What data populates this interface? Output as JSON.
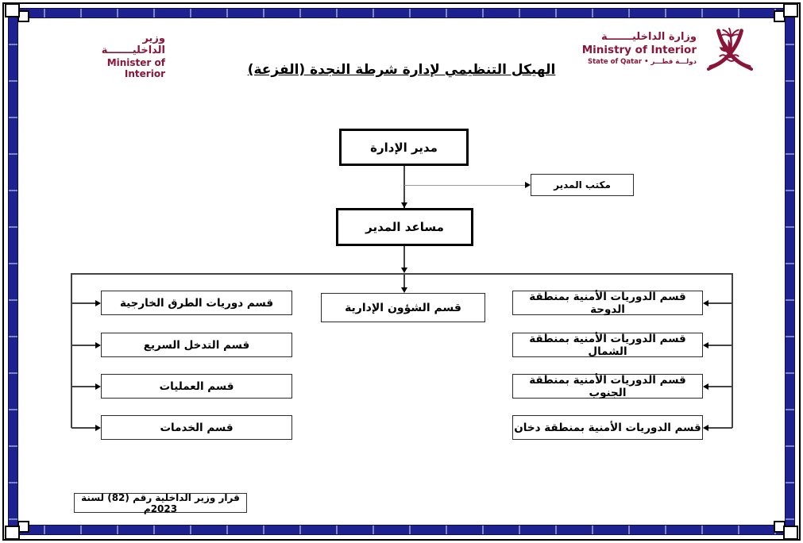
{
  "document": {
    "title": "الهيكل التنظيمي لإدارة شرطة النجدة (الفزعة)",
    "decree_note": "قرار وزير الداخلية رقم (82) لسنة 2023م"
  },
  "header": {
    "minister_brand": {
      "arabic": "وزير الداخليـــــــة",
      "english": "Minister of Interior"
    },
    "ministry_brand": {
      "arabic": "وزارة الداخليـــــــة",
      "english": "Ministry of Interior",
      "state_line": "دولـــة قطـــر • State of Qatar"
    },
    "emblem_icon": "qatar-moi-emblem"
  },
  "org_chart": {
    "director": {
      "label": "مدير الإدارة"
    },
    "director_office": {
      "label": "مكتب المدير"
    },
    "assistant_director": {
      "label": "مساعد المدير"
    },
    "admin_affairs": {
      "label": "قسم الشؤون الإدارية"
    },
    "left_branch": [
      {
        "label": "قسم دوريات الطرق الخارجية"
      },
      {
        "label": "قسم التدخل السريع"
      },
      {
        "label": "قسم العمليات"
      },
      {
        "label": "قسم الخدمات"
      }
    ],
    "right_branch": [
      {
        "label": "قسم الدوريات الأمنية بمنطقة الدوحة"
      },
      {
        "label": "قسم الدوريات الأمنية بمنطقة الشمال"
      },
      {
        "label": "قسم الدوريات الأمنية بمنطقة الجنوب"
      },
      {
        "label": "قسم الدوريات الأمنية بمنطقة دخان"
      }
    ]
  },
  "colors": {
    "border_blue": "#1e2190",
    "qatar_maroon": "#8a1538",
    "box_border": "#000000"
  }
}
